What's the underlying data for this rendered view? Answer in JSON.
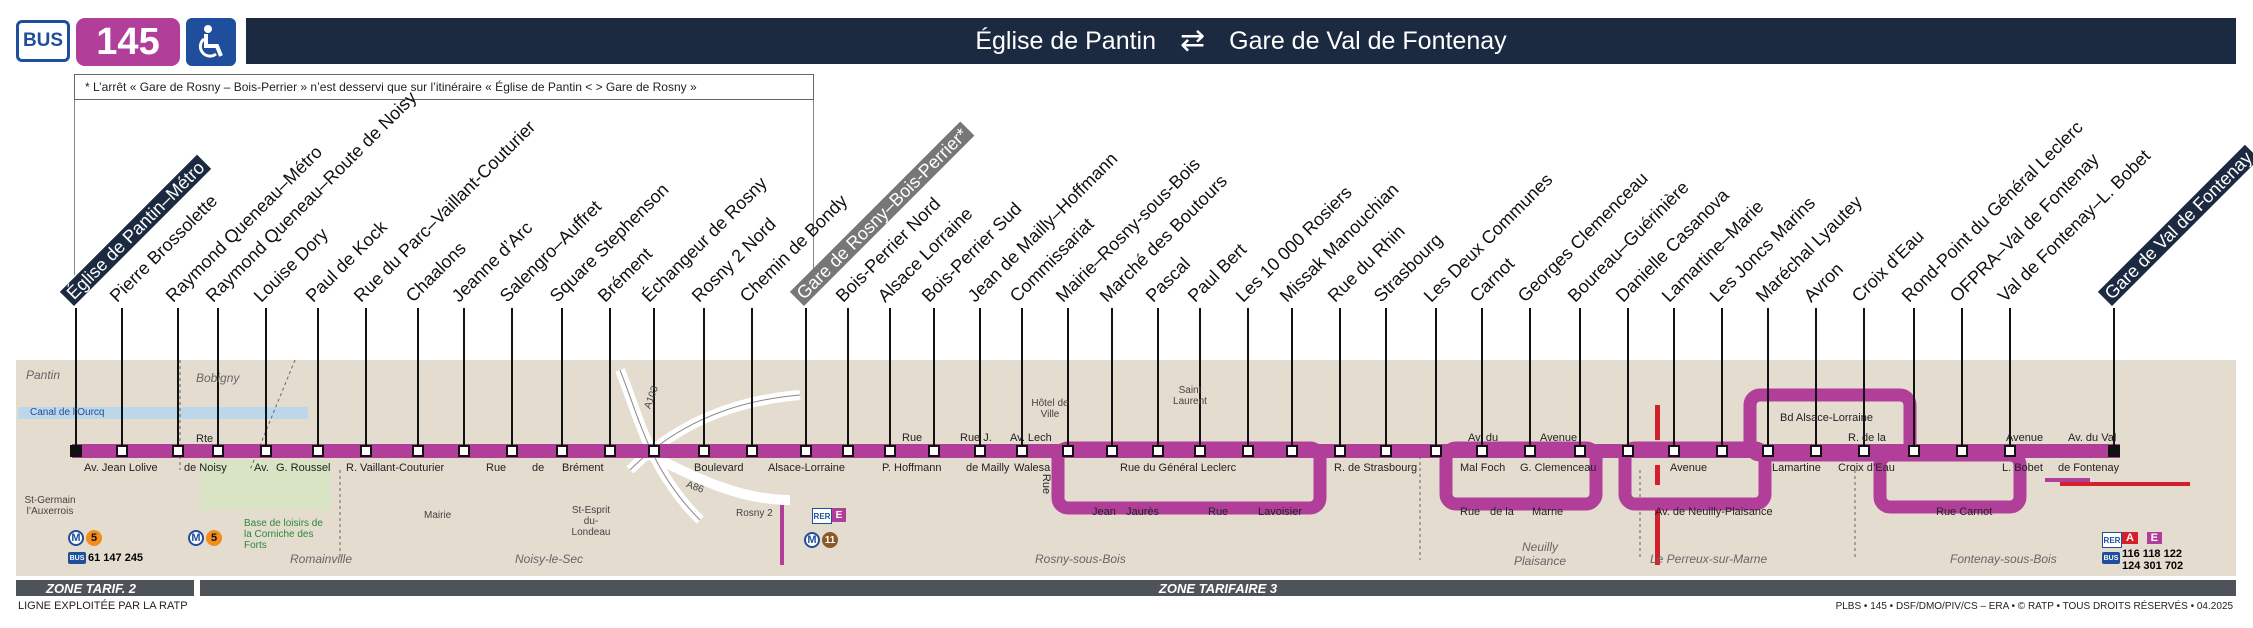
{
  "header": {
    "mode": "BUS",
    "line_number": "145",
    "accessibility_icon": "wheelchair-icon",
    "from": "Église de Pantin",
    "to": "Gare de Val de Fontenay",
    "direction_icon": "bidirectional-arrows-icon"
  },
  "note": "*  L’arrêt « Gare de Rosny – Bois-Perrier » n’est desservi que sur l’itinéraire « Église de Pantin < > Gare de Rosny »",
  "stops": [
    {
      "name": "Église de Pantin–Métro",
      "style": "terminus"
    },
    {
      "name": "Pierre Brossolette"
    },
    {
      "name": "Raymond Queneau–Métro"
    },
    {
      "name": "Raymond Queneau–Route de Noisy"
    },
    {
      "name": "Louise Dory"
    },
    {
      "name": "Paul de Kock"
    },
    {
      "name": "Rue du Parc–Vaillant-Couturier"
    },
    {
      "name": "Chaalons"
    },
    {
      "name": "Jeanne d’Arc"
    },
    {
      "name": "Salengro–Auffret"
    },
    {
      "name": "Square Stephenson"
    },
    {
      "name": "Brément"
    },
    {
      "name": "Échangeur de Rosny"
    },
    {
      "name": "Rosny 2 Nord"
    },
    {
      "name": "Chemin de Bondy"
    },
    {
      "name": "Gare de Rosny–Bois-Perrier*",
      "style": "partial"
    },
    {
      "name": "Bois-Perrier Nord"
    },
    {
      "name": "Alsace Lorraine"
    },
    {
      "name": "Bois-Perrier Sud"
    },
    {
      "name": "Jean de Mailly–Hoffmann"
    },
    {
      "name": "Commissariat"
    },
    {
      "name": "Mairie–Rosny-sous-Bois"
    },
    {
      "name": "Marché des Boutours"
    },
    {
      "name": "Pascal"
    },
    {
      "name": "Paul Bert"
    },
    {
      "name": "Les 10 000 Rosiers"
    },
    {
      "name": "Missak Manouchian"
    },
    {
      "name": "Rue du Rhin"
    },
    {
      "name": "Strasbourg"
    },
    {
      "name": "Les Deux Communes"
    },
    {
      "name": "Carnot"
    },
    {
      "name": "Georges Clemenceau"
    },
    {
      "name": "Boureau–Guérinière"
    },
    {
      "name": "Danielle Casanova"
    },
    {
      "name": "Lamartine–Marie"
    },
    {
      "name": "Les Joncs Marins"
    },
    {
      "name": "Maréchal Lyautey"
    },
    {
      "name": "Avron"
    },
    {
      "name": "Croix d’Eau"
    },
    {
      "name": "Rond-Point du Général Leclerc"
    },
    {
      "name": "OFPRA–Val de Fontenay"
    },
    {
      "name": "Val de Fontenay–L. Bobet"
    },
    {
      "name": "Gare de Val de Fontenay",
      "style": "terminus"
    }
  ],
  "streets": [
    "Av. Jean Lolive",
    "Rte",
    "de Noisy",
    "Av.",
    "G. Roussel",
    "R. Vaillant-Couturier",
    "Rue",
    "de",
    "Brément",
    "Boulevard",
    "Alsace-Lorraine",
    "Rue",
    "P. Hoffmann",
    "Rue J.",
    "de Mailly",
    "Av. Lech",
    "Walesa",
    "Rue",
    "Rue du Général Leclerc",
    "Jean",
    "Jaurès",
    "Rue",
    "Lavoisier",
    "R. de Strasbourg",
    "Av. du",
    "Mal Foch",
    "Avenue",
    "G. Clemenceau",
    "Rue",
    "de la",
    "Marne",
    "Avenue",
    "Av. de Neuilly-Plaisance",
    "Bd Alsace-Lorraine",
    "Lamartine",
    "R. de la",
    "Croix d’Eau",
    "Rue Carnot",
    "Avenue",
    "L. Bobet",
    "Av. du Val",
    "de Fontenay"
  ],
  "towns": [
    "Pantin",
    "Bobigny",
    "Romainville",
    "Noisy-le-Sec",
    "Rosny-sous-Bois",
    "Neuilly Plaisance",
    "Le Perreux-sur-Marne",
    "Fontenay-sous-Bois"
  ],
  "places": [
    "Canal de l’Ourcq",
    "St-Germain l’Auxerrois",
    "Base de loisirs de la Corniche des Forts",
    "Mairie",
    "St-Esprit du-Londeau",
    "Rosny 2",
    "Hôtel de Ville",
    "Saint Laurent"
  ],
  "connections": {
    "pantin": {
      "metro": "5",
      "bus": "61 147 245"
    },
    "raymond_queneau": {
      "metro": "5"
    },
    "rosny_bois_perrier": {
      "rer": "E",
      "metro": "11"
    },
    "val_de_fontenay": {
      "rer": "A E",
      "bus": "116 118 122 124 301 702"
    }
  },
  "road_labels": [
    "A103",
    "A86"
  ],
  "zones": {
    "zone2": "ZONE TARIF. 2",
    "zone3": "ZONE TARIFAIRE 3"
  },
  "footer": {
    "operator": "LIGNE EXPLOITÉE PAR LA RATP",
    "credits": "PLBS • 145 • DSF/DMO/PIV/CS – ERA • © RATP • TOUS DROITS RÉSERVÉS • 04.2025"
  },
  "colors": {
    "line": "#b13f9a",
    "header": "#1b2a40",
    "bus_blue": "#1f4e9c",
    "background": "#e4dccf",
    "zone_bar": "#4d5358"
  }
}
